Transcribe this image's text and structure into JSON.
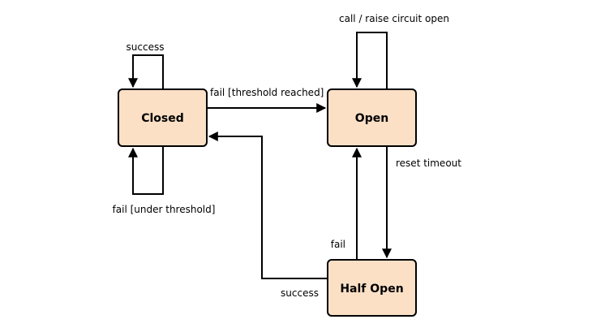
{
  "colors": {
    "state_fill": "#fbe0c6",
    "stroke": "#000000",
    "background": "#ffffff"
  },
  "states": {
    "closed": "Closed",
    "open": "Open",
    "half_open": "Half Open"
  },
  "transitions": {
    "closed_success": "success",
    "closed_fail_under": "fail [under threshold]",
    "closed_to_open": "fail [threshold reached]",
    "open_self": "call / raise circuit open",
    "open_to_half_open": "reset timeout",
    "half_open_to_open": "fail",
    "half_open_to_closed": "success"
  }
}
